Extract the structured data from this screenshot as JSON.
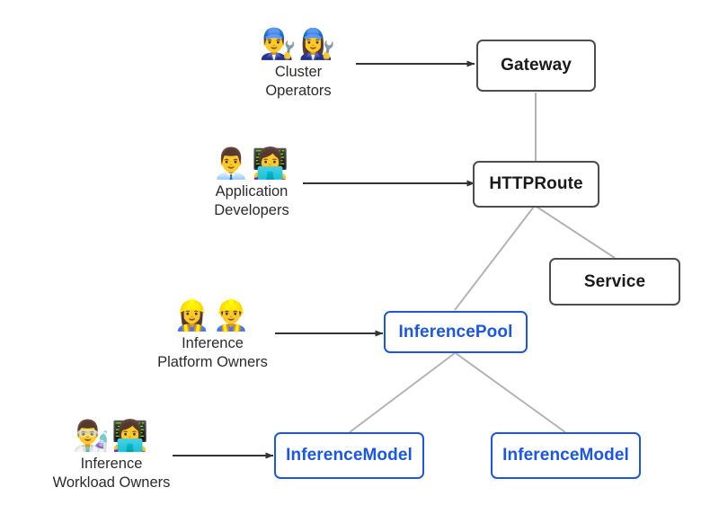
{
  "diagram": {
    "title": "Gateway API Inference Extension personas and resources",
    "background": "#ffffff",
    "colors": {
      "node_gray_border": "#4d4d4d",
      "node_gray_text": "#1a1a1a",
      "node_blue_border": "#1a56e8",
      "node_blue_text": "#1a56e8",
      "edge_gray": "#b3b3b3",
      "arrow_dark": "#333333",
      "label_text": "#2b2b2b"
    },
    "nodes": [
      {
        "id": "gateway",
        "label": "Gateway",
        "style": "gray"
      },
      {
        "id": "httproute",
        "label": "HTTPRoute",
        "style": "gray"
      },
      {
        "id": "service",
        "label": "Service",
        "style": "gray"
      },
      {
        "id": "inferencepool",
        "label": "InferencePool",
        "style": "blue"
      },
      {
        "id": "inferencemodel1",
        "label": "InferenceModel",
        "style": "blue"
      },
      {
        "id": "inferencemodel2",
        "label": "InferenceModel",
        "style": "blue"
      }
    ],
    "actors": [
      {
        "id": "cluster-operators",
        "label": "Cluster\nOperators",
        "emoji": "👨‍🔧👩‍🔧",
        "icons": [
          "man-mechanic-icon",
          "woman-mechanic-icon"
        ],
        "target": "gateway"
      },
      {
        "id": "application-developers",
        "label": "Application\nDevelopers",
        "emoji": "👨‍💼👩‍💻",
        "icons": [
          "man-office-worker-icon",
          "woman-technologist-icon"
        ],
        "target": "httproute"
      },
      {
        "id": "inference-platform-owners",
        "label": "Inference\nPlatform Owners",
        "emoji": "👷‍♀️👷‍♂️",
        "icons": [
          "woman-construction-worker-icon",
          "man-construction-worker-icon"
        ],
        "target": "inferencepool"
      },
      {
        "id": "inference-workload-owners",
        "label": "Inference\nWorkload Owners",
        "emoji": "👨‍🔬👩‍💻",
        "icons": [
          "scientist-icon",
          "technologist-icon"
        ],
        "target": "inferencemodel1"
      }
    ],
    "edges": [
      {
        "from": "gateway",
        "to": "httproute",
        "kind": "plain"
      },
      {
        "from": "httproute",
        "to": "inferencepool",
        "kind": "plain"
      },
      {
        "from": "httproute",
        "to": "service",
        "kind": "plain"
      },
      {
        "from": "inferencepool",
        "to": "inferencemodel1",
        "kind": "plain"
      },
      {
        "from": "inferencepool",
        "to": "inferencemodel2",
        "kind": "plain"
      },
      {
        "from": "cluster-operators",
        "to": "gateway",
        "kind": "arrow"
      },
      {
        "from": "application-developers",
        "to": "httproute",
        "kind": "arrow"
      },
      {
        "from": "inference-platform-owners",
        "to": "inferencepool",
        "kind": "arrow"
      },
      {
        "from": "inference-workload-owners",
        "to": "inferencemodel1",
        "kind": "arrow"
      }
    ]
  }
}
